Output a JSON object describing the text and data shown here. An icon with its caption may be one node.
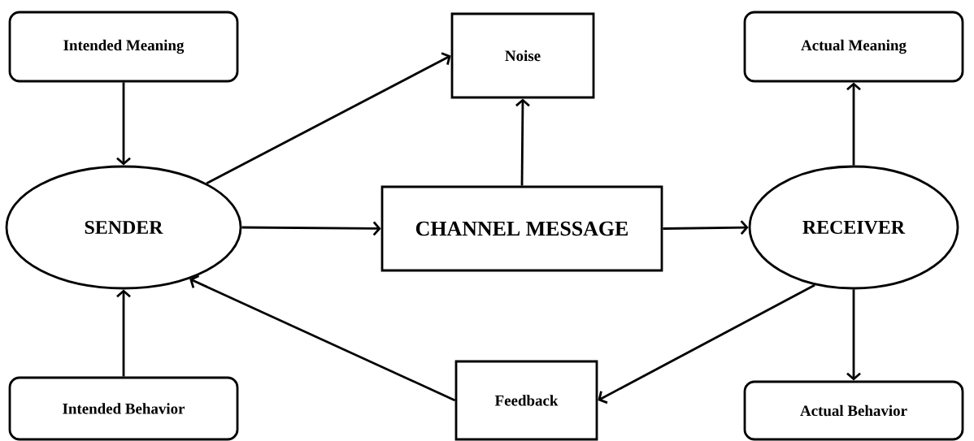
{
  "diagram": {
    "nodes": [
      {
        "text": [
          "Intended Meaning"
        ]
      },
      {
        "text": [
          "Noise"
        ]
      },
      {
        "text": [
          "Actual Meaning"
        ]
      },
      {
        "text": [
          "SENDER"
        ]
      },
      {
        "text": [
          "CHANNEL MESSAGE"
        ]
      },
      {
        "text": [
          "RECEIVER"
        ]
      },
      {
        "text": [
          "Intended Behavior"
        ]
      },
      {
        "text": [
          "Feedback"
        ]
      },
      {
        "text": [
          "Actual Behavior"
        ]
      }
    ],
    "edges": [
      {
        "from": 0,
        "to": 3,
        "arrow": "to"
      },
      {
        "from": 3,
        "to": 1,
        "arrow": "to"
      },
      {
        "from": 3,
        "to": 4,
        "arrow": "to"
      },
      {
        "from": 4,
        "to": 1,
        "arrow": "to"
      },
      {
        "from": 4,
        "to": 5,
        "arrow": "to"
      },
      {
        "from": 5,
        "to": 2,
        "arrow": "to"
      },
      {
        "from": 5,
        "to": 8,
        "arrow": "to"
      },
      {
        "from": 6,
        "to": 3,
        "arrow": "to"
      },
      {
        "from": 5,
        "to": 7,
        "arrow": "to"
      },
      {
        "from": 7,
        "to": 3,
        "arrow": "to"
      }
    ]
  }
}
